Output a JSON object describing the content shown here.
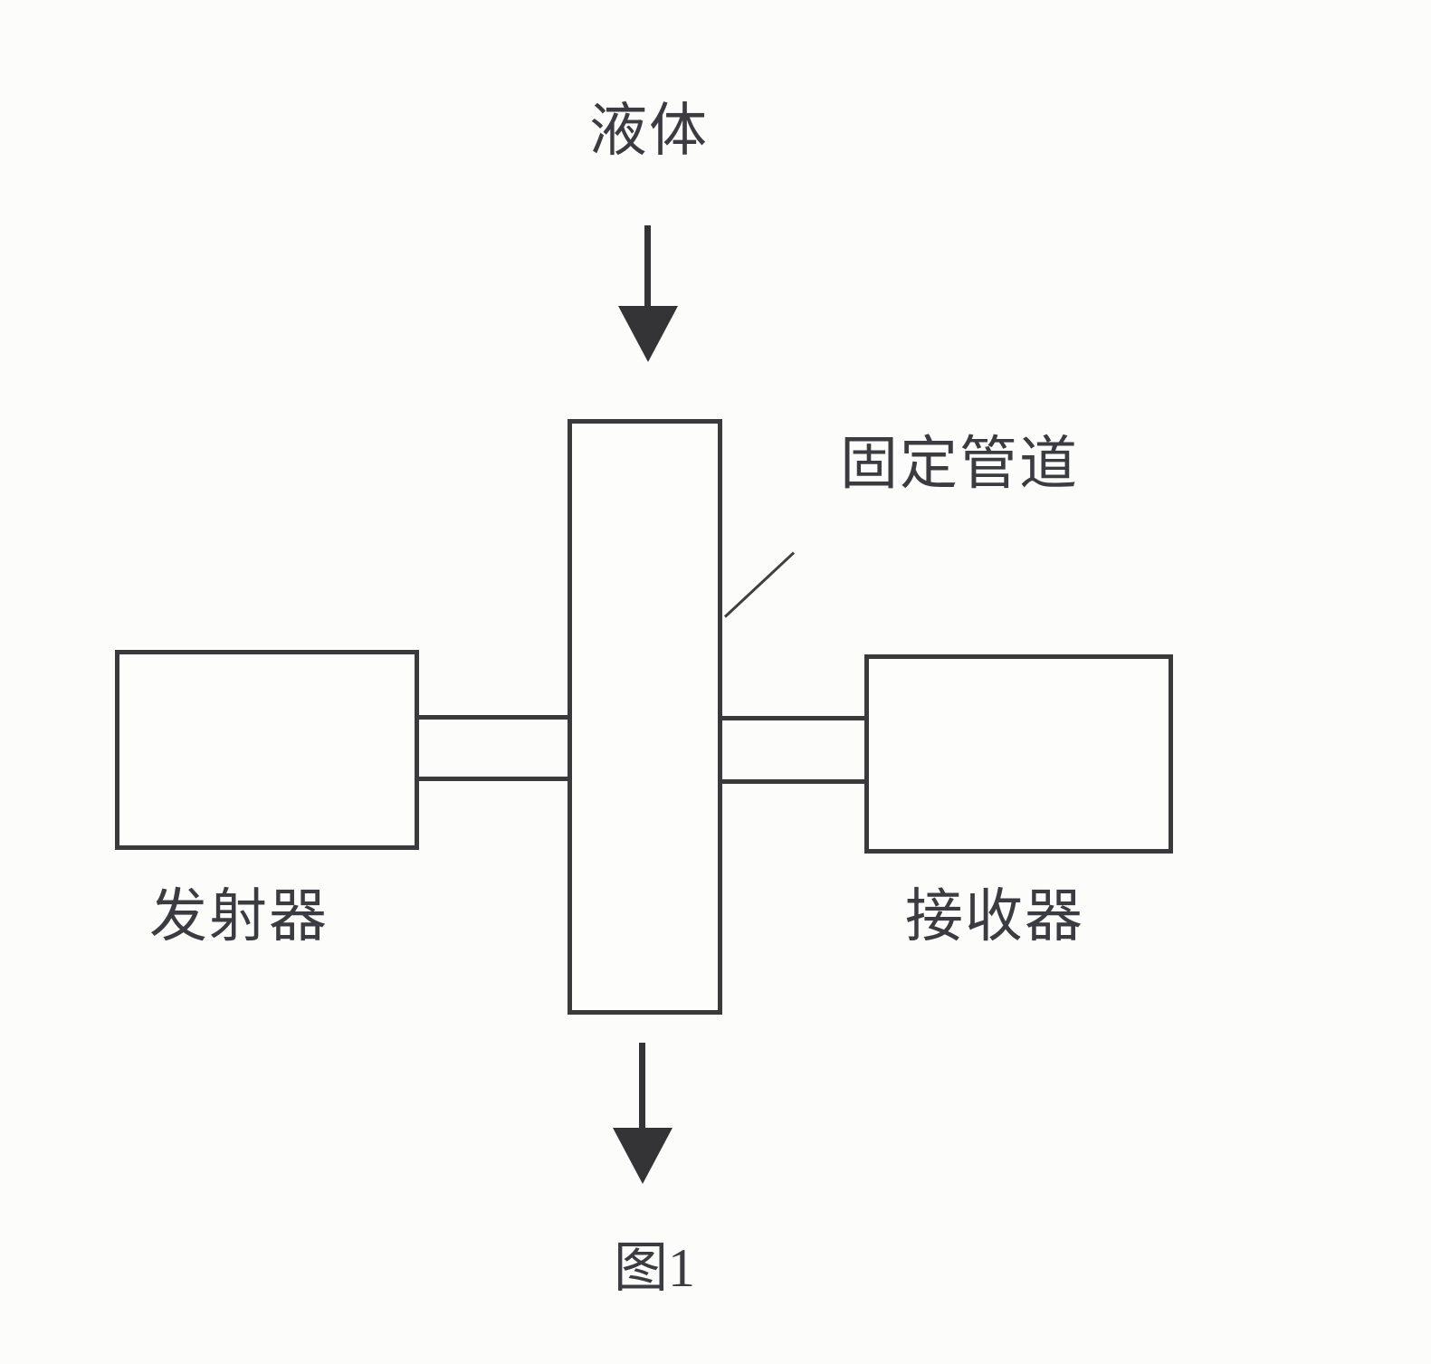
{
  "diagram": {
    "liquid_label": "液体",
    "pipe_label": "固定管道",
    "transmitter_label": "发射器",
    "receiver_label": "接收器",
    "caption": "图1"
  },
  "icons": {
    "flow_arrow_top": "down-arrow-icon",
    "flow_arrow_bottom": "down-arrow-icon"
  },
  "colors": {
    "background": "#fcfcfa",
    "line": "#3a3a3c",
    "text": "#3b3b42"
  }
}
